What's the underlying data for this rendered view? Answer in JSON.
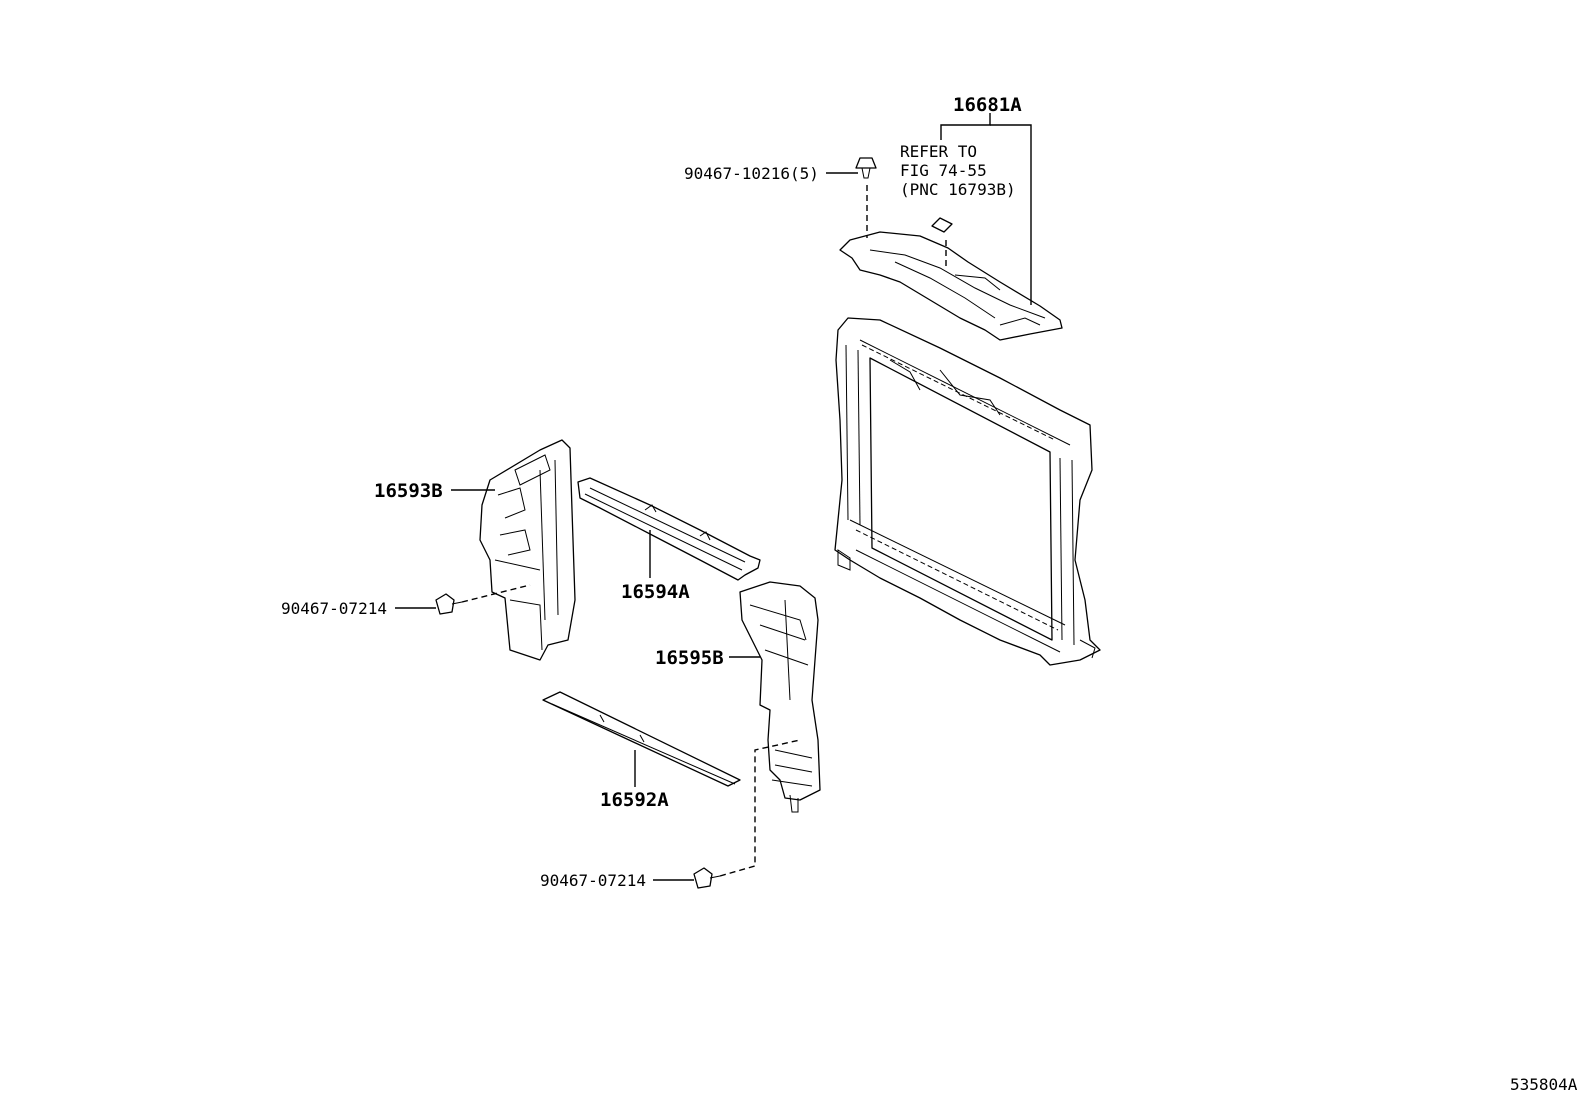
{
  "labels": {
    "p16681A": "16681A",
    "note_line1": "REFER TO",
    "note_line2": "FIG 74-55",
    "note_line3": "(PNC 16793B)",
    "p90467_10216": "90467-10216(5)",
    "p16593B": "16593B",
    "p16594A": "16594A",
    "p90467_07214_a": "90467-07214",
    "p16595B": "16595B",
    "p16592A": "16592A",
    "p90467_07214_b": "90467-07214"
  },
  "figure_id": "535804A"
}
